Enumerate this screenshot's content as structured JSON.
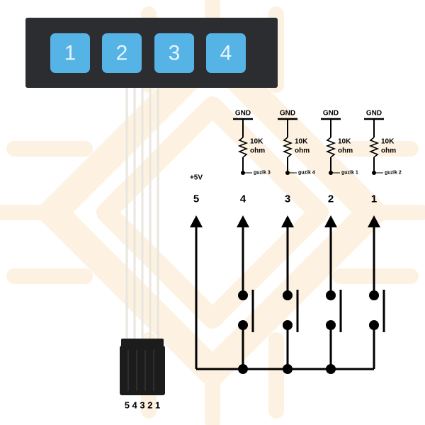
{
  "keypad": {
    "keys": [
      "1",
      "2",
      "3",
      "4"
    ],
    "connector_pins_label": "5 4 3 2 1"
  },
  "schematic": {
    "supply_label": "+5V",
    "pin_labels": [
      "5",
      "4",
      "3",
      "2",
      "1"
    ],
    "ground_label": "GND",
    "resistor_value": "10K",
    "resistor_unit": "ohm",
    "signal_labels": [
      "guzik 3",
      "guzik 4",
      "guzik 1",
      "guzik 2"
    ]
  },
  "colors": {
    "keypad_body": "#2b2d30",
    "key_fill": "#56b3e5",
    "key_text": "#e6f4fc",
    "wire": "#e8e6df",
    "connector": "#1c1c1c",
    "line": "#000000",
    "watermark": "#fdf1e1"
  }
}
